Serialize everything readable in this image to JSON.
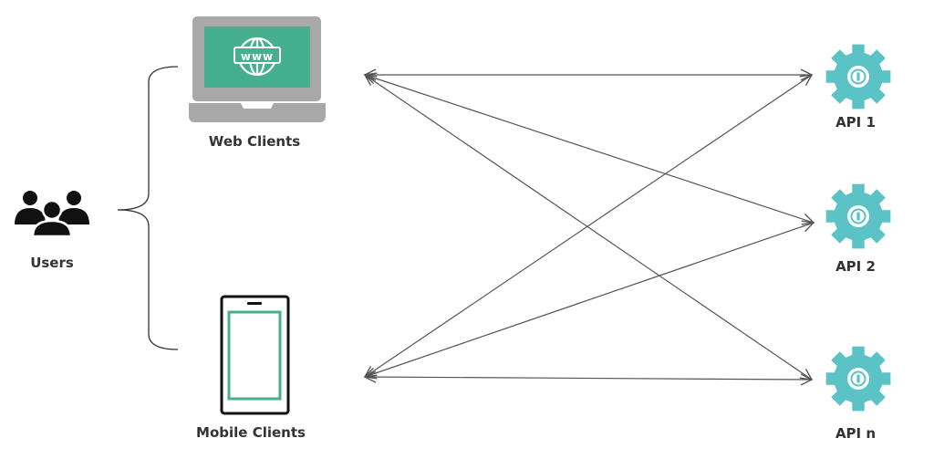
{
  "colors": {
    "teal": "#5BC2C6",
    "green": "#46AF8E",
    "gray": "#A8A8A8",
    "ink": "#333333",
    "line": "#555555"
  },
  "nodes": {
    "users": {
      "label": "Users",
      "icon": "users-group-icon"
    },
    "web": {
      "label": "Web Clients",
      "icon": "laptop-globe-icon"
    },
    "mobile": {
      "label": "Mobile Clients",
      "icon": "smartphone-icon"
    },
    "apis": [
      {
        "label": "API 1",
        "icon": "api-gear-icon"
      },
      {
        "label": "API 2",
        "icon": "api-gear-icon"
      },
      {
        "label": "API n",
        "icon": "api-gear-icon"
      }
    ]
  },
  "edges": [
    {
      "from": "web",
      "to": "api1"
    },
    {
      "from": "web",
      "to": "api2"
    },
    {
      "from": "web",
      "to": "api3"
    },
    {
      "from": "mobile",
      "to": "api1"
    },
    {
      "from": "mobile",
      "to": "api2"
    },
    {
      "from": "mobile",
      "to": "api3"
    }
  ]
}
